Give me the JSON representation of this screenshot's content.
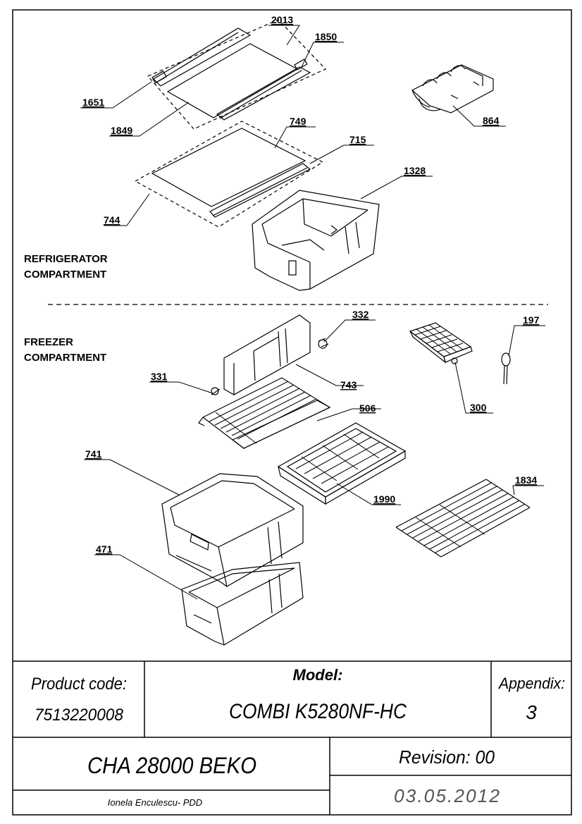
{
  "sections": {
    "refrigerator_line1": "REFRIGERATOR",
    "refrigerator_line2": "COMPARTMENT",
    "freezer_line1": "FREEZER",
    "freezer_line2": "COMPARTMENT"
  },
  "parts": {
    "p2013": "2013",
    "p1850": "1850",
    "p1651": "1651",
    "p1849": "1849",
    "p864": "864",
    "p749": "749",
    "p715": "715",
    "p1328": "1328",
    "p744": "744",
    "p332": "332",
    "p197": "197",
    "p331": "331",
    "p743": "743",
    "p300": "300",
    "p506": "506",
    "p741": "741",
    "p1990": "1990",
    "p1834": "1834",
    "p471": "471"
  },
  "title_block": {
    "product_code_label": "Product code:",
    "product_code_value": "7513220008",
    "model_label": "Model:",
    "model_value": "COMBI K5280NF-HC",
    "appendix_label": "Appendix:",
    "appendix_value": "3",
    "chassis": "CHA 28000 BEKO",
    "revision": "Revision: 00",
    "author": "Ionela Enculescu- PDD",
    "date": "03.05.2012"
  }
}
